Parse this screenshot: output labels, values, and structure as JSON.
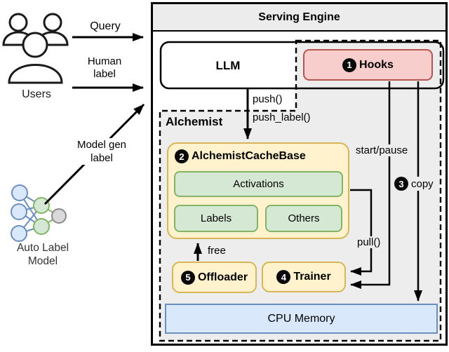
{
  "header": {
    "title": "Serving Engine"
  },
  "nodes": {
    "llm": "LLM",
    "hooks_num": "1",
    "hooks": "Hooks",
    "alchemist": "Alchemist",
    "cache_base_num": "2",
    "cache_base": "AlchemistCacheBase",
    "activations": "Activations",
    "labels": "Labels",
    "others": "Others",
    "offloader_num": "5",
    "offloader": "Offloader",
    "trainer_num": "4",
    "trainer": "Trainer",
    "cpu_memory": "CPU Memory"
  },
  "flows": {
    "query": "Query",
    "human_line1": "Human",
    "human_line2": "label",
    "model_gen_line1": "Model gen",
    "model_gen_line2": "label",
    "push": "push()",
    "push_label": "push_label()",
    "start_pause": "start/pause",
    "copy_num": "3",
    "copy": "copy",
    "pull": "pull()",
    "free": "free"
  },
  "actors": {
    "users": "Users",
    "auto_label_line1": "Auto Label",
    "auto_label_line2": "Model"
  },
  "colors": {
    "hooks_fill": "#f8cecc",
    "hooks_border": "#b85450",
    "yellow_fill": "#fff2cc",
    "yellow_border": "#d6b656",
    "green_fill": "#d5e8d4",
    "green_border": "#82b366",
    "blue_fill": "#dae8fc",
    "blue_border": "#6c8ebf",
    "region_fill": "#ededed",
    "header_fill": "#ececec",
    "number_badge": "#0a0a0a"
  }
}
